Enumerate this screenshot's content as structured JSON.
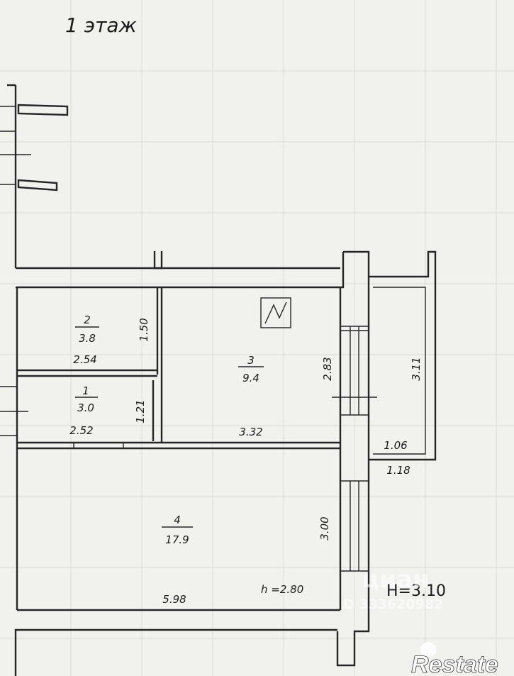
{
  "title": "1 этаж",
  "rooms": [
    {
      "number": "1",
      "area": "3.0",
      "width": "2.52",
      "depth": "1.21"
    },
    {
      "number": "2",
      "area": "3.8",
      "width": "2.54",
      "depth": "1.50"
    },
    {
      "number": "3",
      "area": "9.4",
      "width": "3.32",
      "depth": "2.83"
    },
    {
      "number": "4",
      "area": "17.9",
      "width": "5.98",
      "depth": "3.00"
    }
  ],
  "balcony": {
    "depth": "3.11",
    "width_inner": "1.06",
    "width_outer": "1.18"
  },
  "room_height": "h =2.80",
  "floor_height": "H=3.10",
  "watermark": {
    "brand": "циан",
    "id": "D 333620982"
  },
  "logo_text": "Restate"
}
